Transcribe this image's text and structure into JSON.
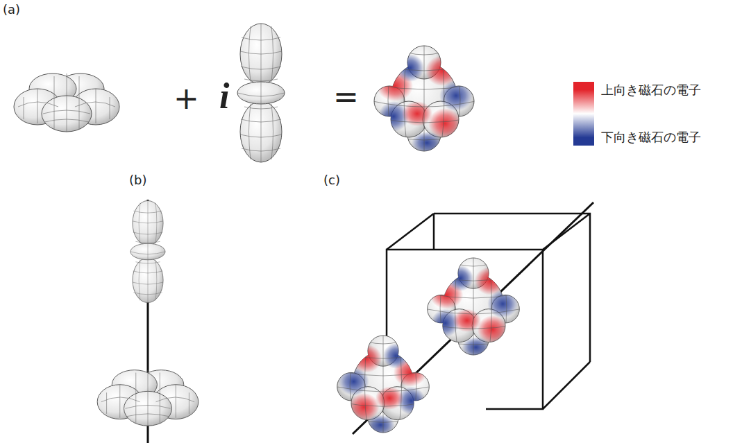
{
  "diagram": {
    "labels": [
      "(a)",
      "+",
      "i",
      "=",
      "(b)",
      "(c)"
    ],
    "legend": [
      {
        "text": "上向き磁石の電子",
        "color": "#e3242b"
      },
      {
        "text": "下向き磁石の電子",
        "color": "#243a94"
      }
    ]
  }
}
